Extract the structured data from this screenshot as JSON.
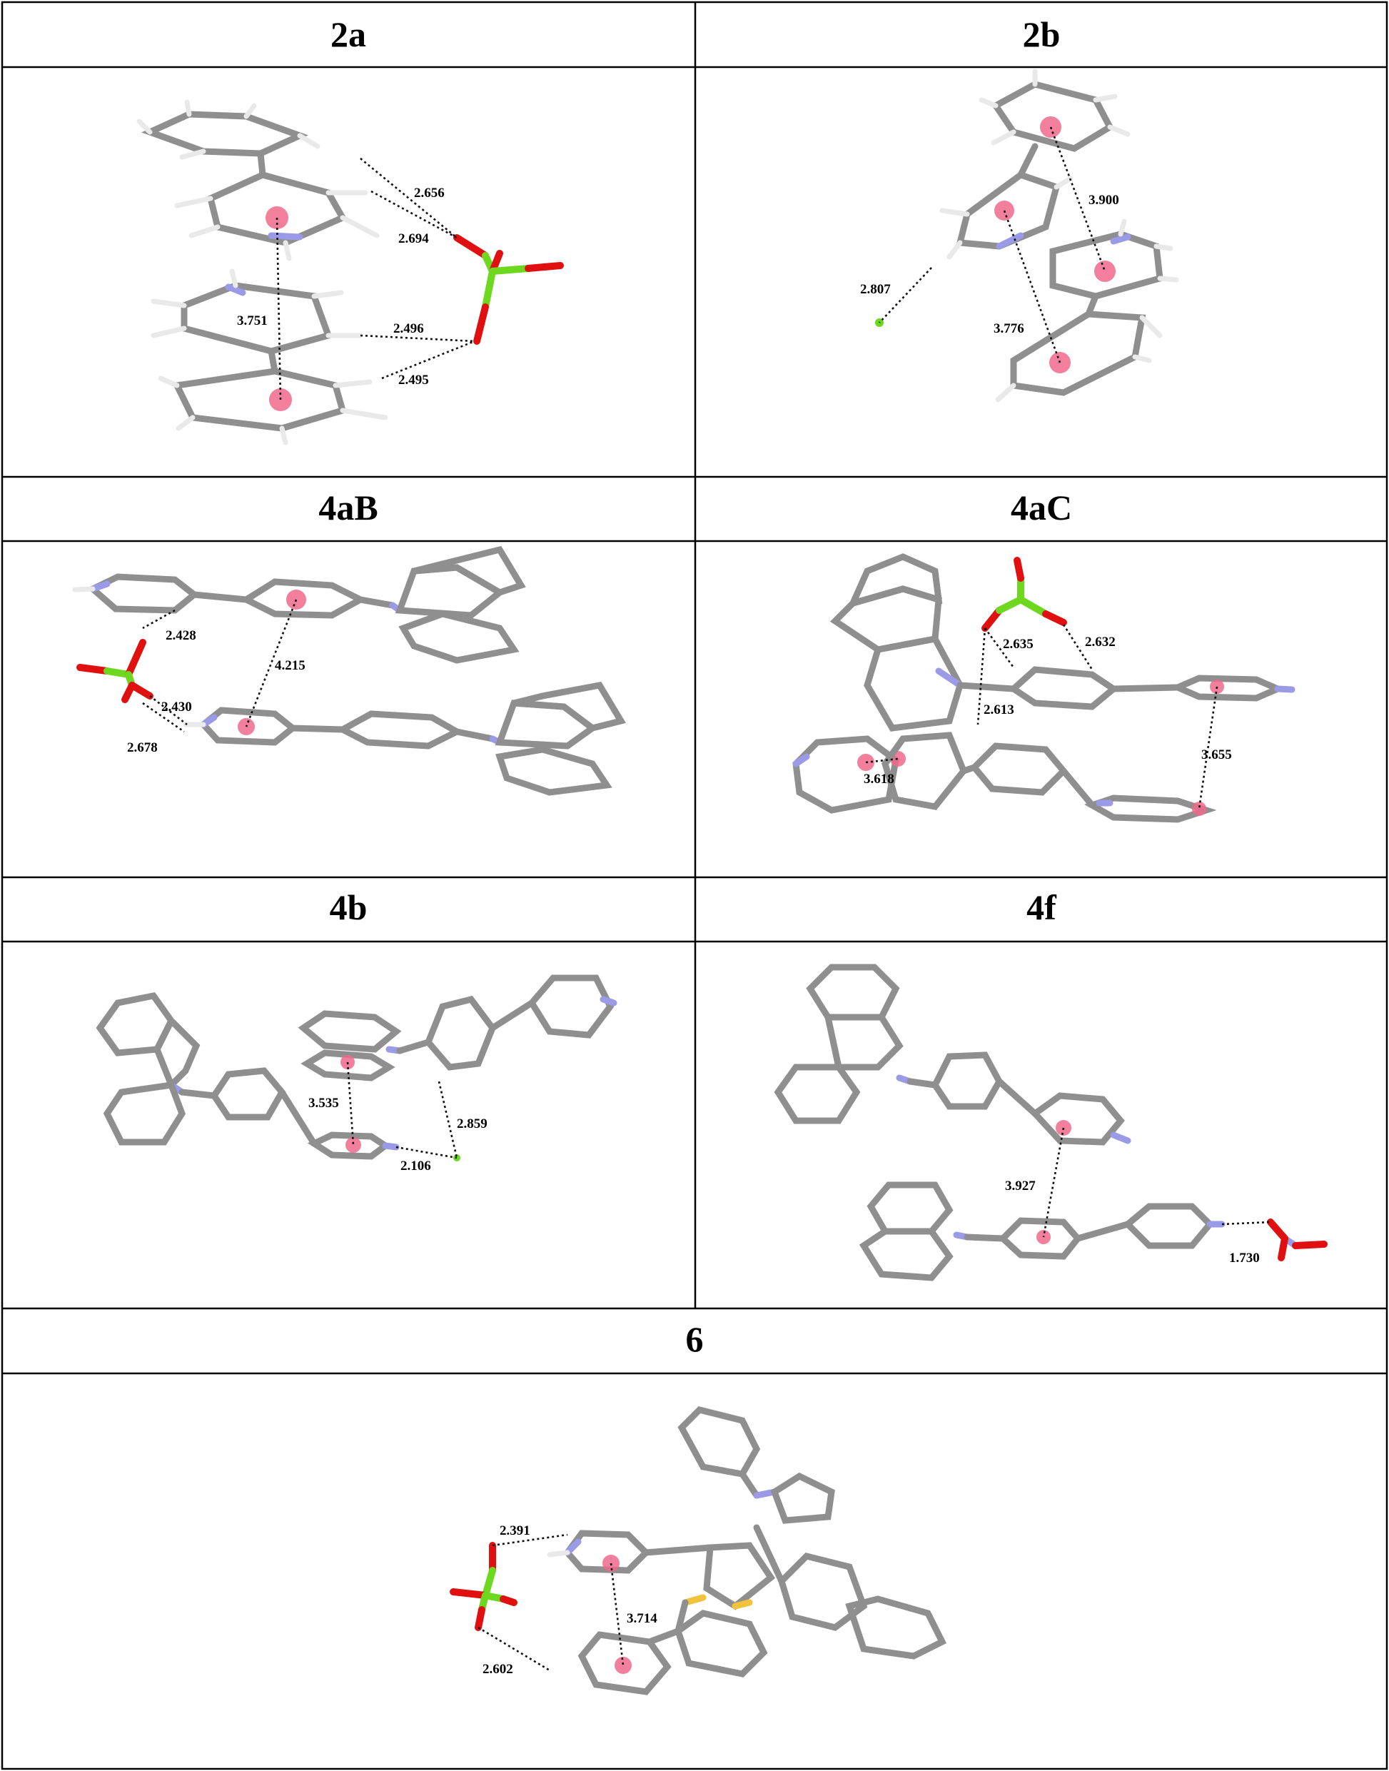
{
  "panels": [
    {
      "label": "2a",
      "distances": [
        "2.656",
        "2.694",
        "3.751",
        "2.496",
        "2.495"
      ]
    },
    {
      "label": "2b",
      "distances": [
        "3.900",
        "2.807",
        "3.776"
      ]
    },
    {
      "label": "4aB",
      "distances": [
        "2.428",
        "4.215",
        "2.430",
        "2.678"
      ]
    },
    {
      "label": "4aC",
      "distances": [
        "2.635",
        "2.632",
        "2.613",
        "3.618",
        "3.655"
      ]
    },
    {
      "label": "4b",
      "distances": [
        "3.535",
        "2.859",
        "2.106"
      ]
    },
    {
      "label": "4f",
      "distances": [
        "3.927",
        "1.730"
      ]
    },
    {
      "label": "6",
      "distances": [
        "2.391",
        "3.714",
        "2.602"
      ]
    }
  ],
  "colors": {
    "carbon": "#8f8f8f",
    "hydrogen": "#e9e9e9",
    "nitrogen": "#9a9ae6",
    "oxygen": "#e01010",
    "chlorine": "#6ed820",
    "sulfur": "#f2c23a",
    "centroid": "#f06a8c"
  }
}
